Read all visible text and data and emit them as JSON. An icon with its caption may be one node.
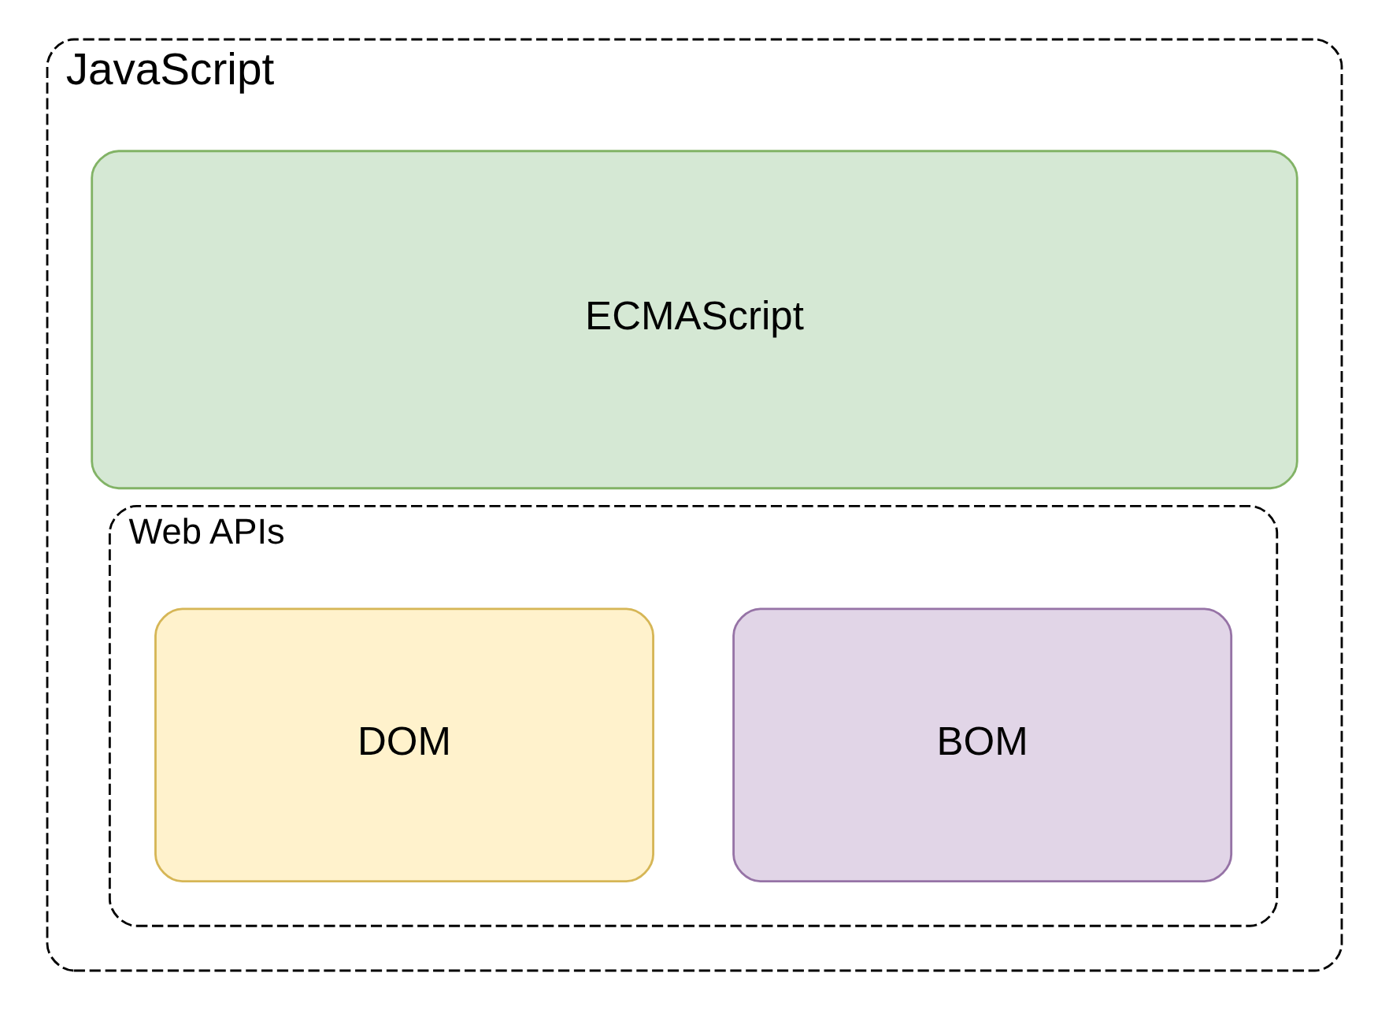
{
  "diagram": {
    "nodes": [
      {
        "text": [
          "JavaScript"
        ]
      },
      {
        "text": [
          "ECMAScript"
        ],
        "in": 0
      },
      {
        "text": [
          "Web APIs"
        ],
        "in": 0
      },
      {
        "text": [
          "BOM"
        ],
        "in": 2
      },
      {
        "text": [
          "DOM"
        ],
        "in": 2
      }
    ]
  }
}
